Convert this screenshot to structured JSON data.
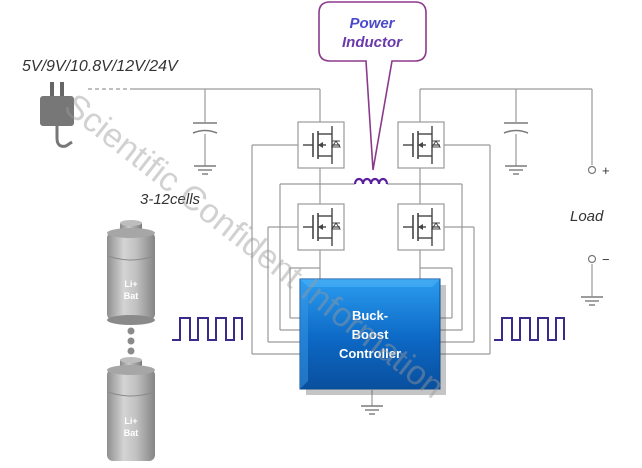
{
  "callout": {
    "line1": "Power",
    "line2": "Inductor"
  },
  "input_voltage": "5V/9V/10.8V/12V/24V",
  "cell_count": "3-12cells",
  "battery_top": {
    "line1": "Li+",
    "line2": "Bat"
  },
  "battery_bottom": {
    "line1": "Li+",
    "line2": "Bat"
  },
  "load": {
    "label": "Load",
    "plus": "+",
    "minus": "−"
  },
  "controller": {
    "line1": "Buck-",
    "line2": "Boost",
    "line3": "Controller"
  },
  "watermark": "Scientific Confident Information",
  "colors": {
    "wire": "#9a9a9a",
    "callout_border": "#8b3a8b",
    "callout_text": "#4b4bc8",
    "inductor": "#5a1f9a",
    "pwm": "#3b2a8a",
    "controller_top": "#1e90e8",
    "controller_bottom": "#0a52a8"
  },
  "icons": [
    "power-plug-icon",
    "battery-icon",
    "mosfet-icon",
    "capacitor-icon",
    "ground-icon",
    "inductor-icon"
  ]
}
